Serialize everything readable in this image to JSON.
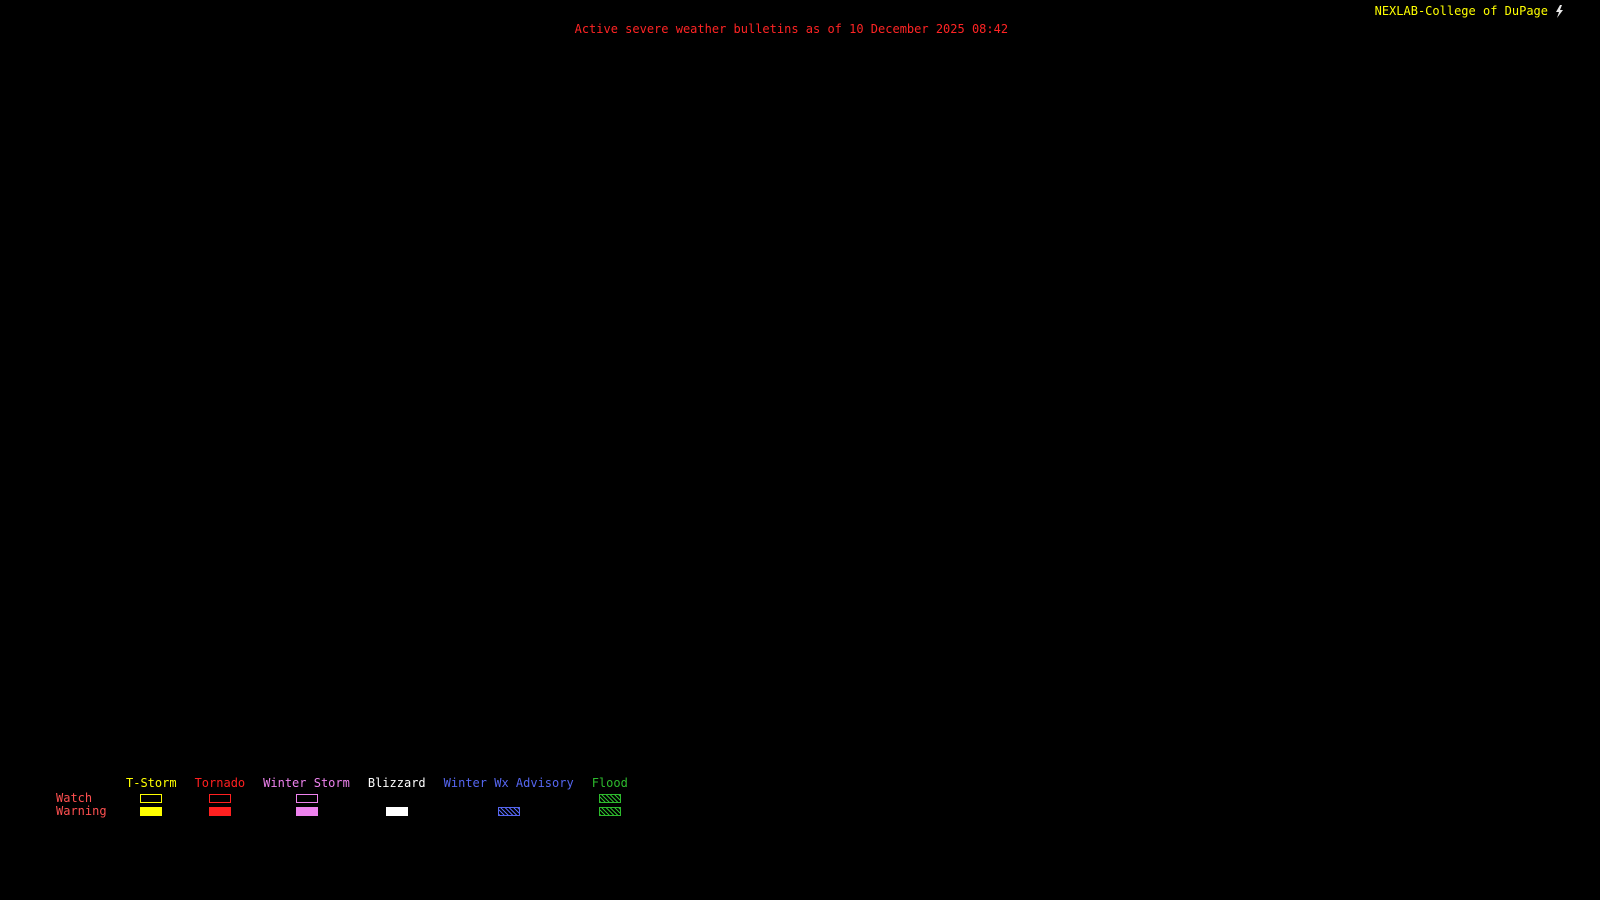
{
  "page": {
    "background": "#000000"
  },
  "header": {
    "brand": "NEXLAB-College of DuPage",
    "brand_color": "#ffff00",
    "brand_icon": "logo-icon",
    "brand_icon_color": "#e8e8e8"
  },
  "title": {
    "text": "Active severe weather bulletins as of 10 December 2025 08:42",
    "color": "#ff2424"
  },
  "legend": {
    "row_labels": [
      "Watch",
      "Warning"
    ],
    "row_label_color": "#ff5050",
    "columns": [
      {
        "label": "T-Storm",
        "color": "#ffff00",
        "watch": "outline",
        "warning": "filled"
      },
      {
        "label": "Tornado",
        "color": "#ff2020",
        "watch": "outline",
        "warning": "filled"
      },
      {
        "label": "Winter Storm",
        "color": "#ee82ee",
        "watch": "outline",
        "warning": "filled"
      },
      {
        "label": "Blizzard",
        "color": "#ffffff",
        "watch": "none",
        "warning": "filled"
      },
      {
        "label": "Winter Wx Advisory",
        "color": "#5566f0",
        "watch": "none",
        "warning": "hatched"
      },
      {
        "label": "Flood",
        "color": "#2dbb2d",
        "watch": "hatched",
        "warning": "hatched"
      }
    ]
  }
}
